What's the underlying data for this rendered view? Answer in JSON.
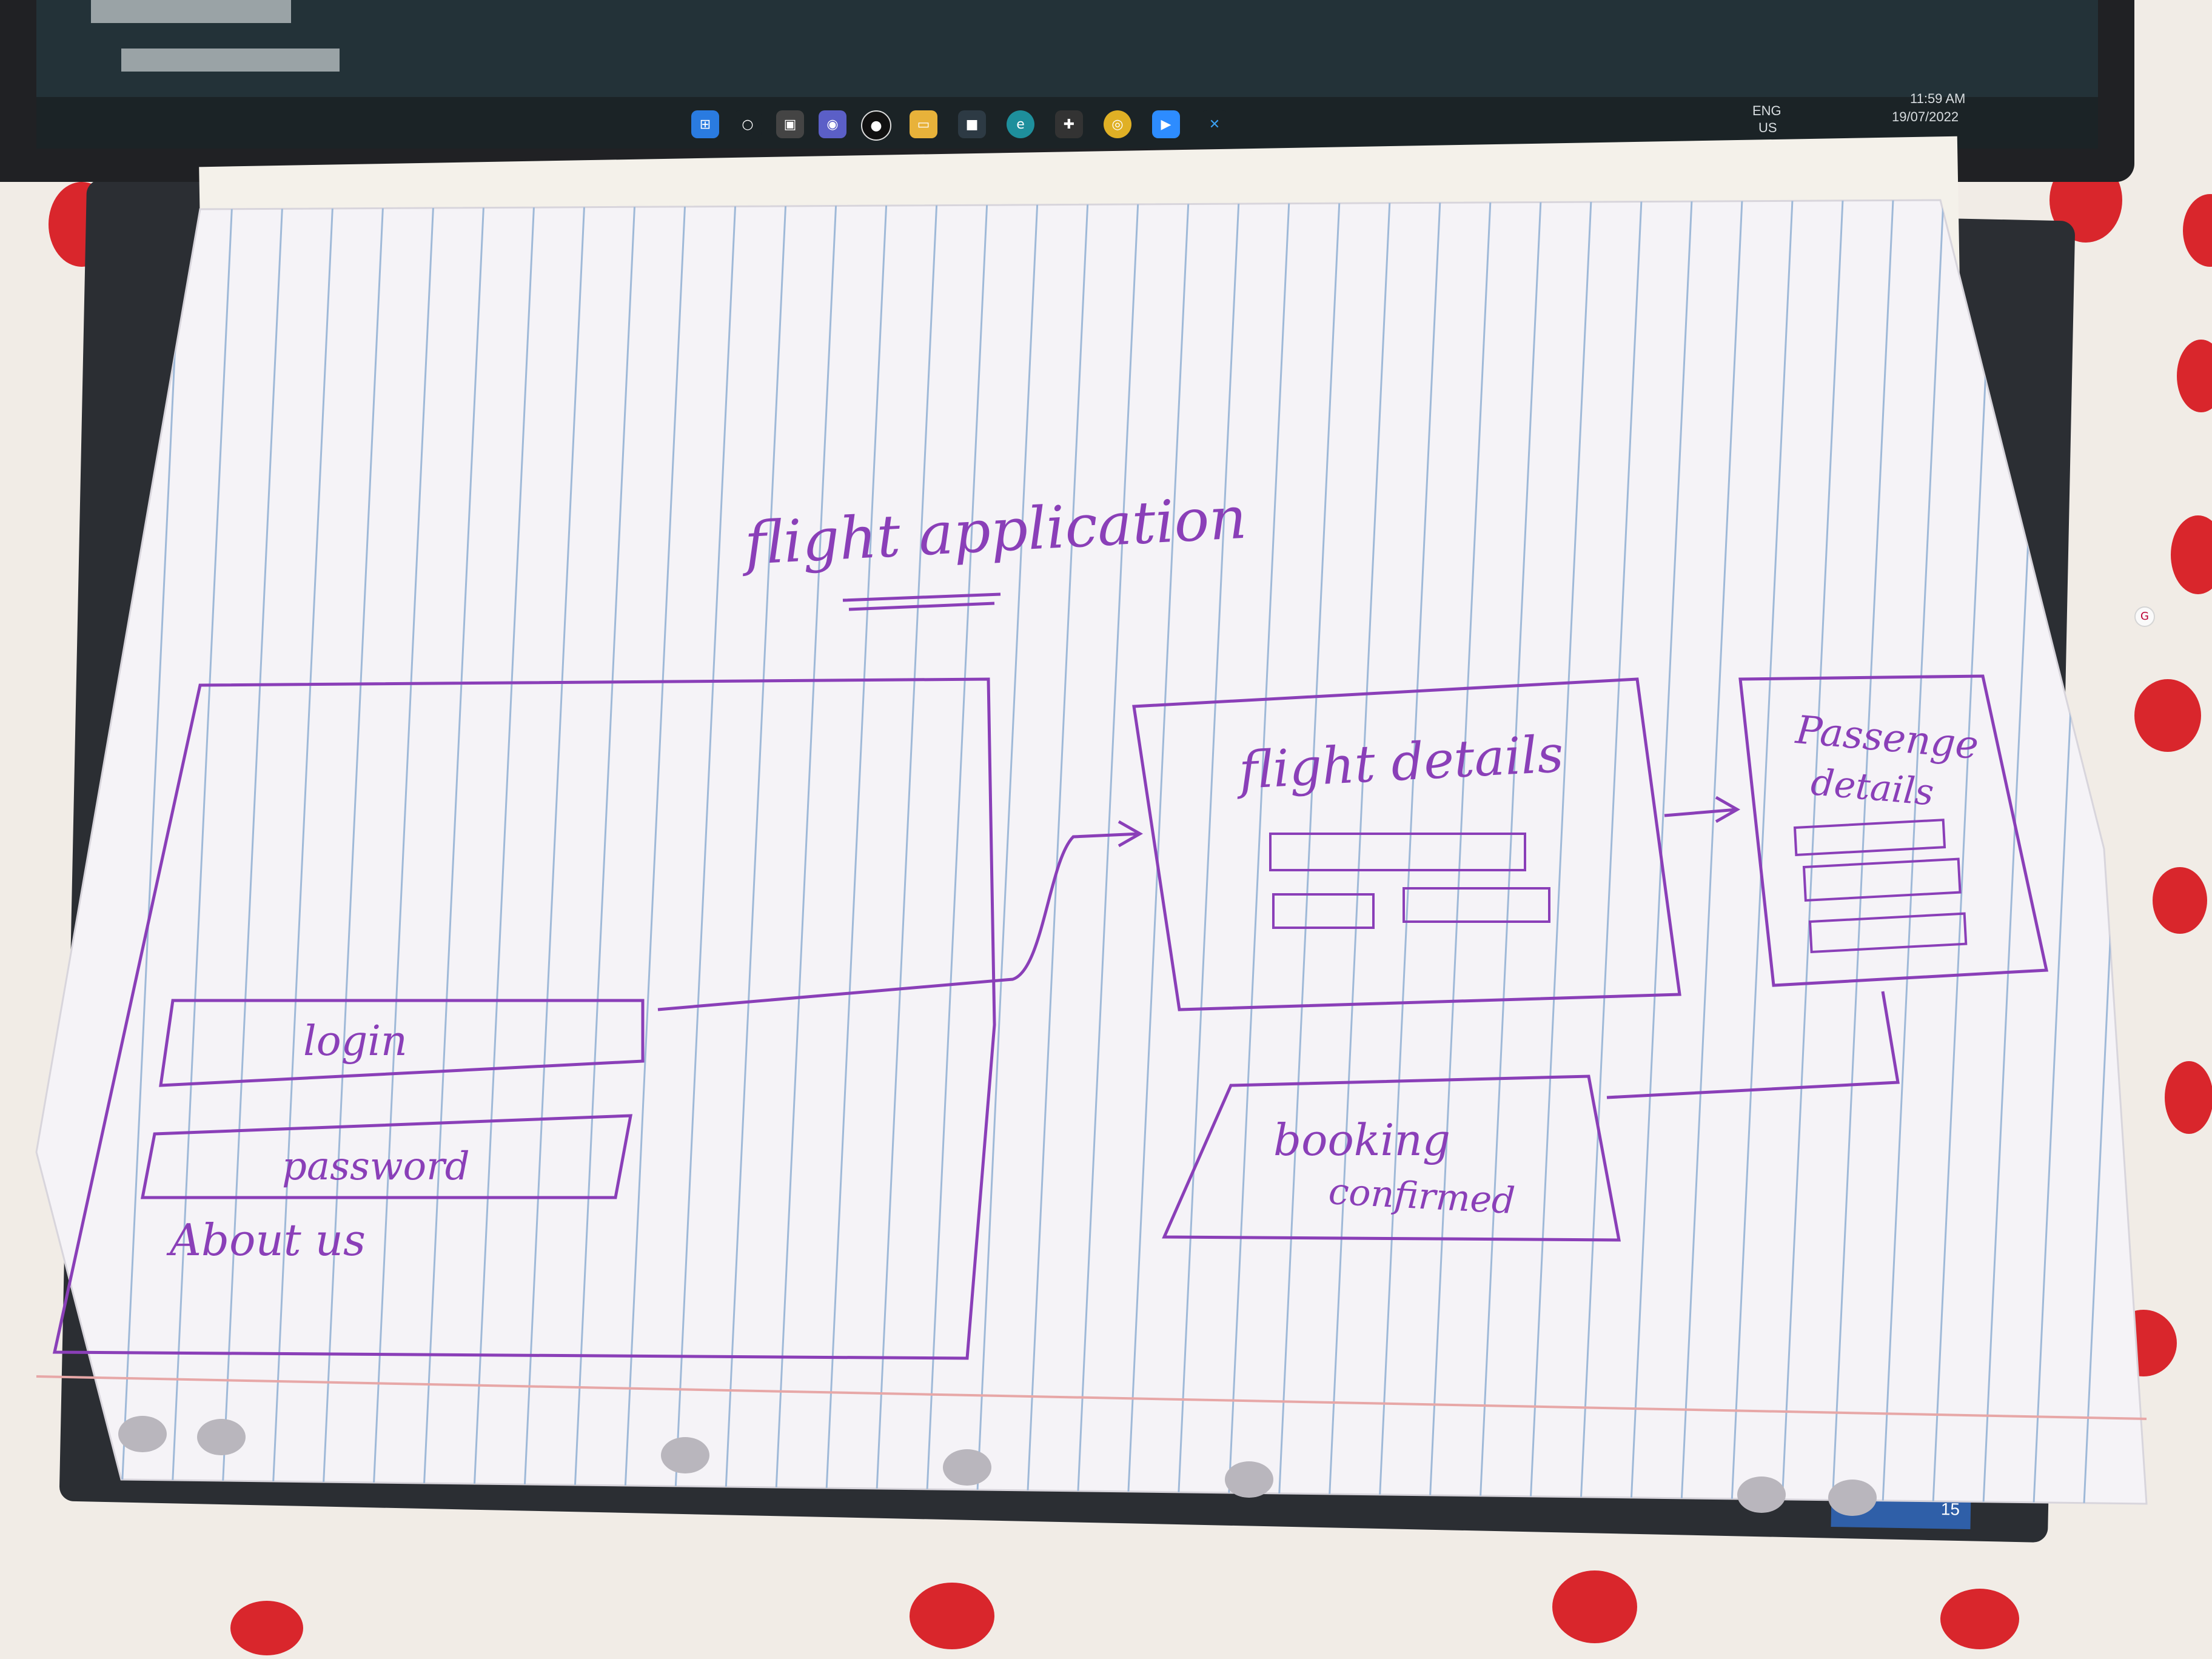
{
  "laptop": {
    "taskbar": {
      "language": "ENG",
      "region": "US",
      "time": "11:59 AM",
      "date": "19/07/2022",
      "icons": [
        "windows-start-icon",
        "search-icon",
        "task-view-icon",
        "chat-icon",
        "dell-icon",
        "file-explorer-icon",
        "store-icon",
        "edge-icon",
        "calculator-icon",
        "chrome-icon",
        "zoom-icon",
        "vscode-icon"
      ]
    },
    "sticker_label": "15"
  },
  "sketch": {
    "title": "flight application",
    "login_screen": {
      "login_field": "login",
      "password_field": "password",
      "about_link": "About us"
    },
    "flight_details_screen": {
      "title": "flight details"
    },
    "passenger_details_screen": {
      "title_line1": "Passenge",
      "title_line2": "details"
    },
    "booking_screen": {
      "line1": "booking",
      "line2": "confirmed"
    }
  },
  "colors": {
    "ink": "#8a3fb8",
    "paper": "#f5f3f7",
    "rule_lines": "#9fb9d8",
    "margin_line": "#e7a7a7",
    "cloth_dots": "#d9262c",
    "laptop": "#2b2e33"
  }
}
